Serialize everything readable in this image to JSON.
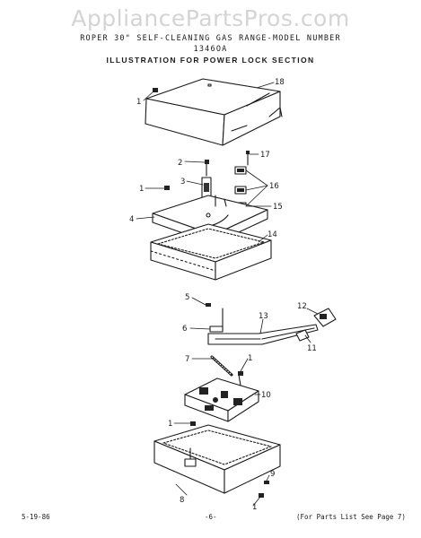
{
  "watermark": "AppliancePartsPros.com",
  "header": {
    "line1": "ROPER 30\" SELF-CLEANING GAS RANGE-MODEL NUMBER",
    "line2": "1346OA",
    "line3": "ILLUSTRATION FOR POWER LOCK SECTION"
  },
  "callouts": [
    "1",
    "2",
    "3",
    "1",
    "4",
    "18",
    "17",
    "16",
    "15",
    "14",
    "5",
    "6",
    "13",
    "12",
    "11",
    "7",
    "1",
    "10",
    "1",
    "9",
    "8",
    "1"
  ],
  "footer": {
    "left": "5-19-86",
    "center": "-6-",
    "right": "(For Parts List See Page 7)"
  }
}
